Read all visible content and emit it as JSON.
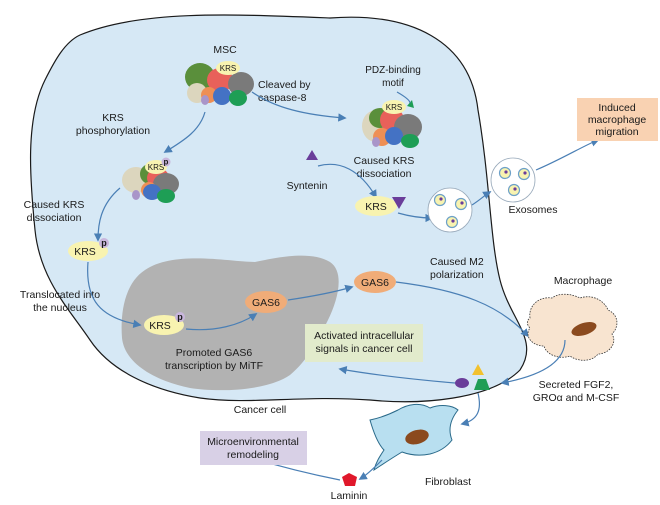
{
  "labels": {
    "msc": "MSC",
    "kinase": "KRS phosphorylation",
    "caspase": "Cleaved by caspase-8",
    "pdz": "PDZ-binding motif",
    "caused_dissoc_left": "Caused KRS dissociation",
    "caused_dissoc_right": "Caused KRS dissociation",
    "syntenin": "Syntenin",
    "exosomes": "Exosomes",
    "translocated": "Translocated into the nucleus",
    "promoted": "Promoted GAS6 transcription by MiTF",
    "caused_m2": "Caused M2 polarization",
    "macrophage": "Macrophage",
    "secreted": "Secreted FGF2, GROα and M-CSF",
    "cancer_cell": "Cancer cell",
    "fibroblast": "Fibroblast",
    "laminin": "Laminin"
  },
  "nodes": {
    "krs": "KRS",
    "p": "p",
    "gas6": "GAS6"
  },
  "boxes": {
    "induced": "Induced macrophage migration",
    "activated": "Activated intracellular signals in cancer cell",
    "micro": "Microenvironmental remodeling"
  },
  "colors": {
    "cell_fill": "#d6e8f5",
    "nucleus_fill": "#b2b2b2",
    "krs_fill": "#f8f3b0",
    "gas6_fill": "#f0ac78",
    "arrow": "#4a7fb5",
    "induced_box": "#f9d2b2",
    "activated_box": "#e2ebcc",
    "micro_box": "#d8d0e6"
  }
}
